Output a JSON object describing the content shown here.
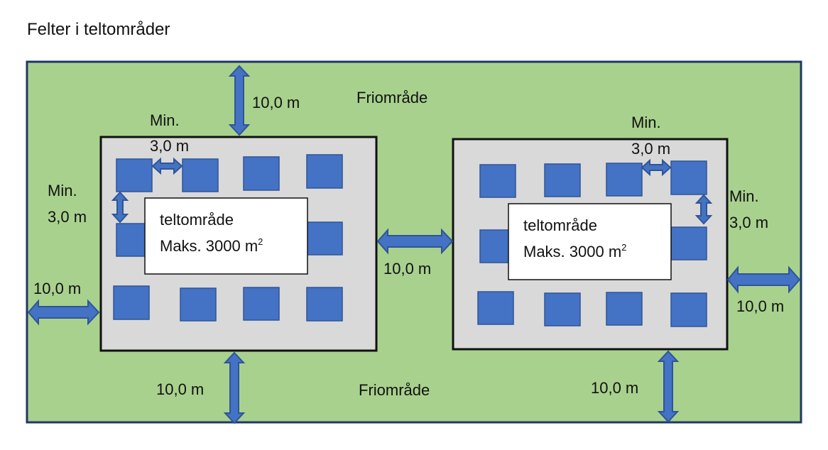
{
  "title": "Felter i teltområder",
  "colors": {
    "grass": "#a9d18e",
    "border": "#1f3864",
    "field": "#d9d9d9",
    "tent": "#4472c4",
    "arrow": "#4472c4",
    "arrow_stroke": "#2f5597"
  },
  "labels": {
    "free_area_top": "Friområde",
    "free_area_bottom": "Friområde",
    "dist_10_top": "10,0 m",
    "dist_10_left": "10,0 m",
    "dist_10_middle": "10,0 m",
    "dist_10_right": "10,0 m",
    "dist_10_bottom_left": "10,0 m",
    "dist_10_bottom_right": "10,0 m",
    "min_left_top_1": "Min.",
    "min_left_top_2": "3,0 m",
    "min_left_side_1": "Min.",
    "min_left_side_2": "3,0 m",
    "min_right_top_1": "Min.",
    "min_right_top_2": "3,0 m",
    "min_right_side_1": "Min.",
    "min_right_side_2": "3,0 m"
  },
  "fields": [
    {
      "name": "teltområde",
      "max_label": "Maks. 3000 m",
      "superscript": "2"
    },
    {
      "name": "teltområde",
      "max_label": "Maks. 3000 m",
      "superscript": "2"
    }
  ]
}
